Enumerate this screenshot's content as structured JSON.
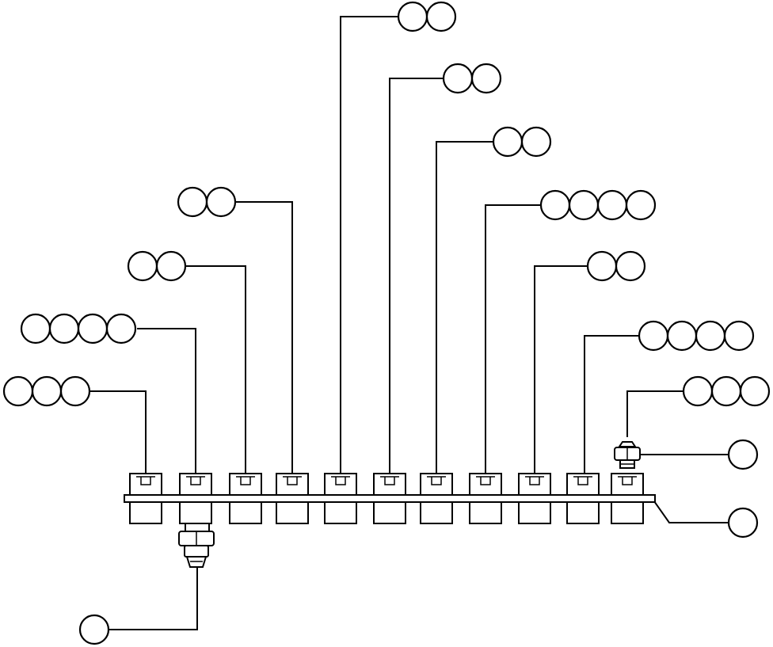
{
  "figure": {
    "background": "#ffffff",
    "line_color": "#000000",
    "description_note": ""
  },
  "callouts": [
    {
      "id": "c1",
      "bubble_count": 3,
      "target": "valve-1"
    },
    {
      "id": "c2",
      "bubble_count": 4,
      "target": "valve-2"
    },
    {
      "id": "c3",
      "bubble_count": 2,
      "target": "valve-3"
    },
    {
      "id": "c4",
      "bubble_count": 2,
      "target": "valve-4"
    },
    {
      "id": "c5",
      "bubble_count": 2,
      "target": "valve-5"
    },
    {
      "id": "c6",
      "bubble_count": 2,
      "target": "valve-6"
    },
    {
      "id": "c7",
      "bubble_count": 2,
      "target": "valve-7"
    },
    {
      "id": "c8",
      "bubble_count": 4,
      "target": "valve-8"
    },
    {
      "id": "c9",
      "bubble_count": 2,
      "target": "valve-9"
    },
    {
      "id": "c10",
      "bubble_count": 4,
      "target": "valve-10"
    },
    {
      "id": "c11",
      "bubble_count": 3,
      "target": "top-fitting"
    },
    {
      "id": "c12",
      "bubble_count": 1,
      "target": "top-fitting-nut"
    },
    {
      "id": "c13",
      "bubble_count": 1,
      "target": "manifold-bar"
    },
    {
      "id": "c14",
      "bubble_count": 1,
      "target": "bottom-fitting"
    }
  ],
  "valve_count": 11
}
